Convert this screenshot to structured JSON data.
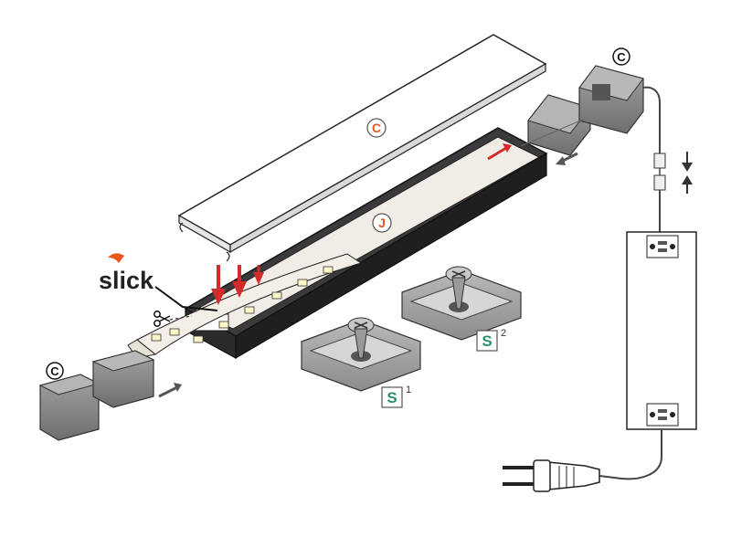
{
  "labels": {
    "cover": "C",
    "tape": "J",
    "endcap_hole": "C",
    "endcap_left": "C",
    "spring_1": "S",
    "spring_1_sup": "1",
    "spring_2": "S",
    "spring_2_sup": "2",
    "slick_logo": "slick"
  },
  "colors": {
    "accent_orange": "#e8561e",
    "arrow_red": "#d42a2a",
    "spring_green": "#2c8f6e",
    "profile_dark": "#2b2b2b",
    "part_gray": "#8a8a8a"
  },
  "icons": [
    "scissors-icon",
    "insert-arrow-icon",
    "press-arrow-icon",
    "adjust-arrows-icon"
  ]
}
